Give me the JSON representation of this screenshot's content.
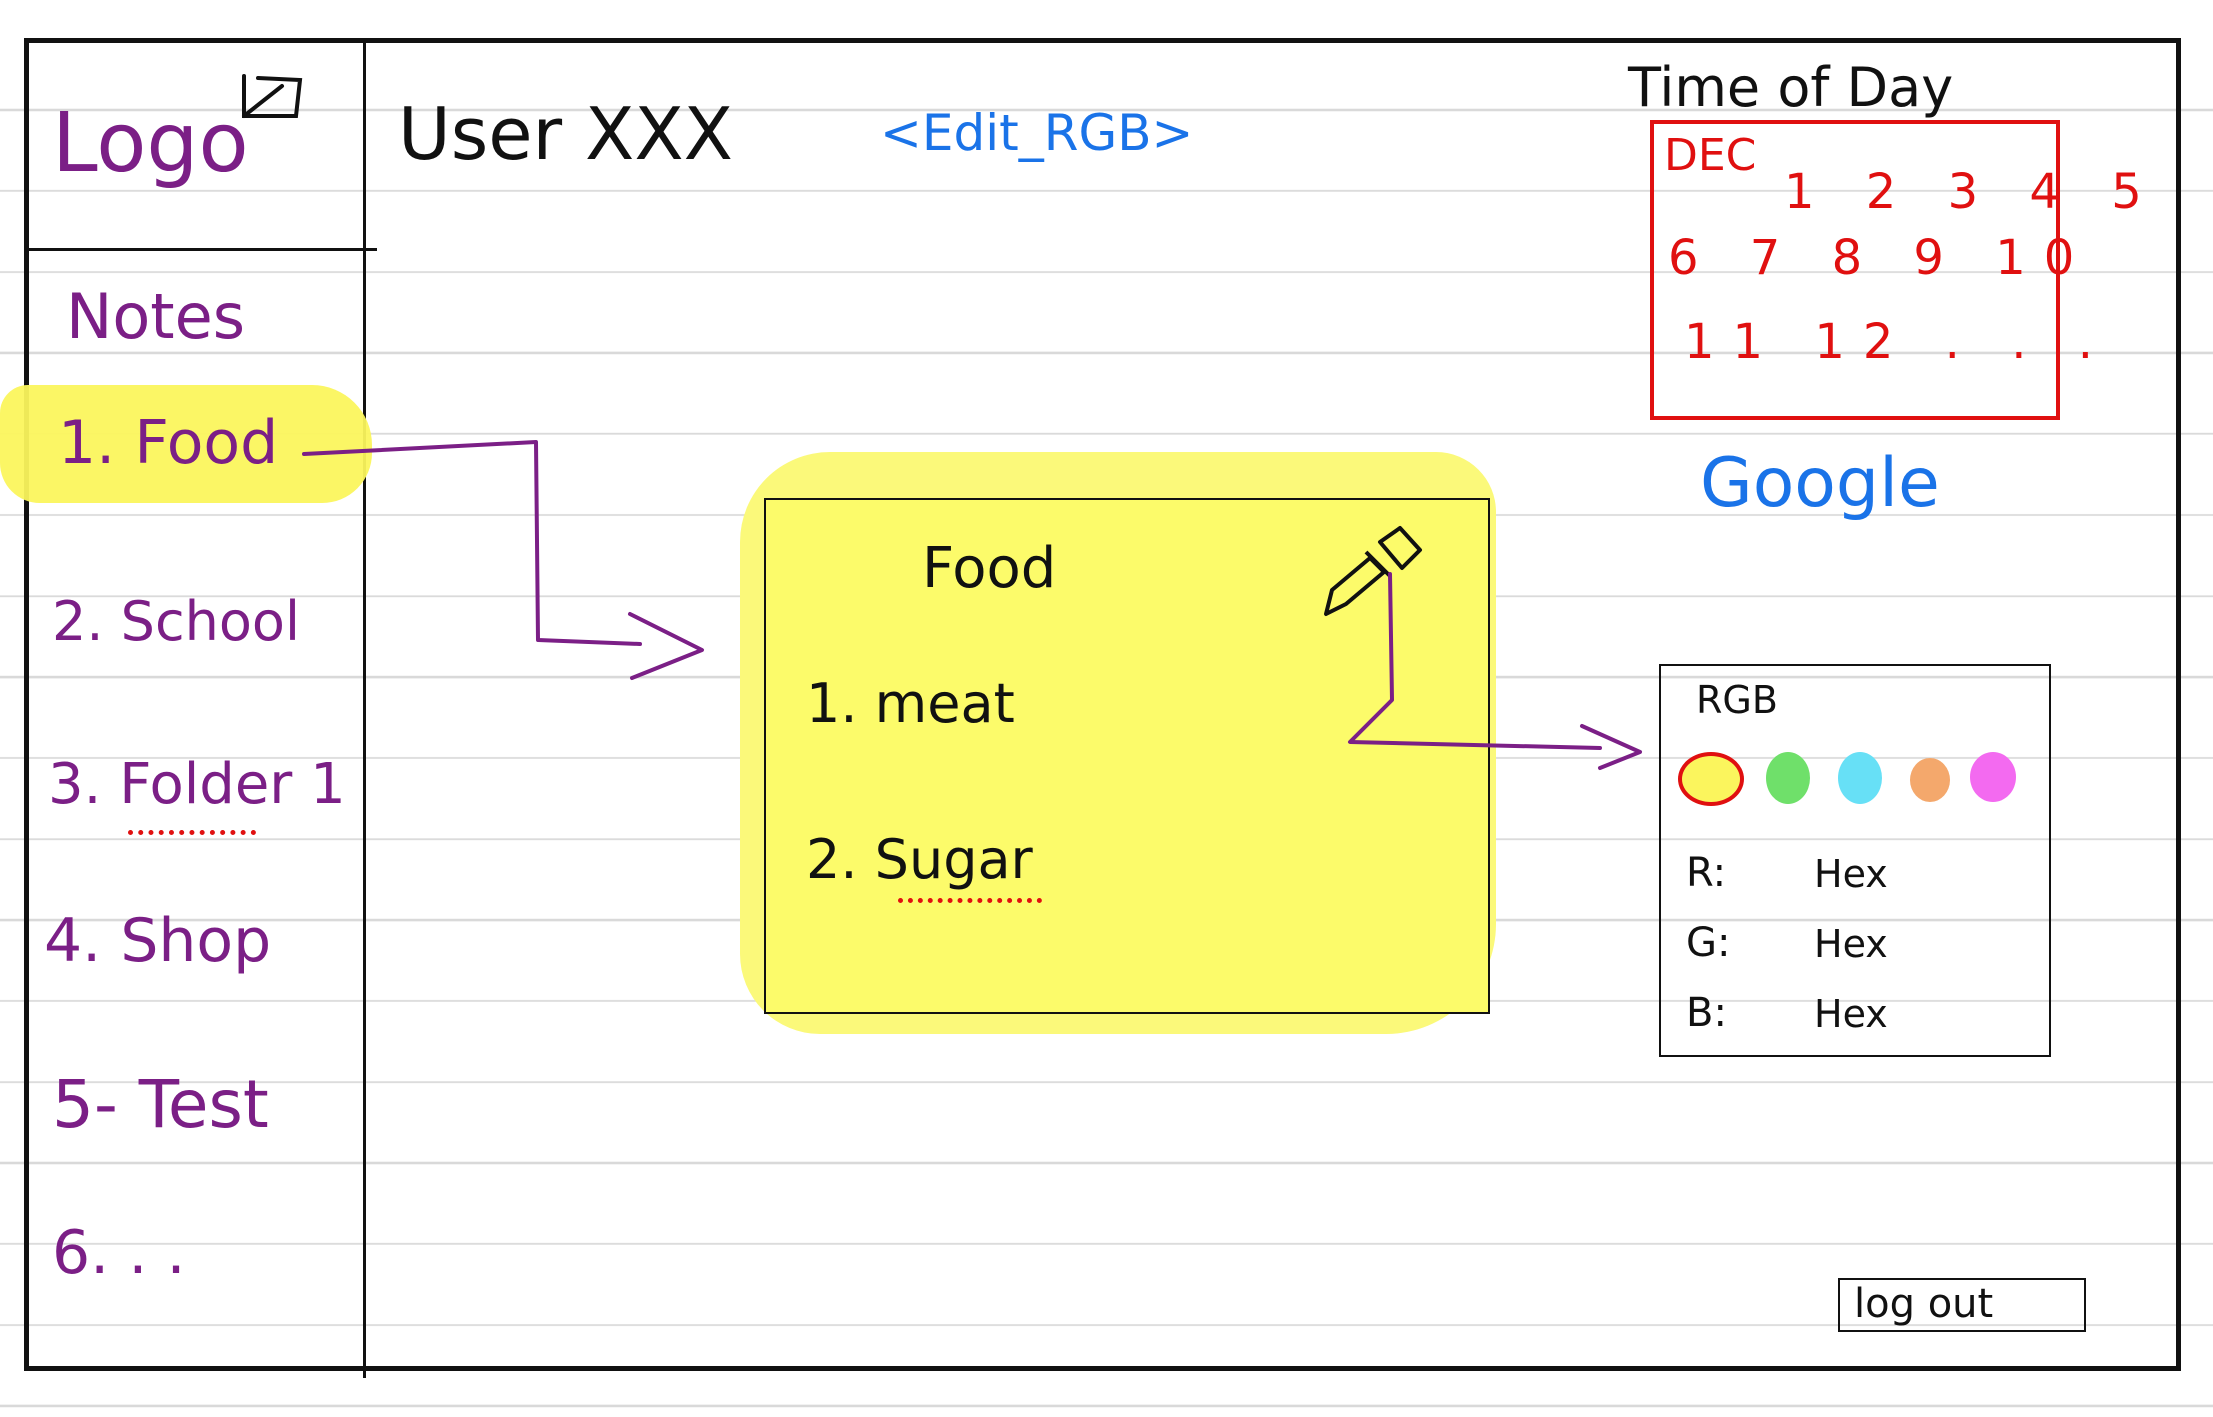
{
  "header": {
    "logo": "Logo",
    "user": "User XXX",
    "edit_rgb": "<Edit_RGB>"
  },
  "sidebar": {
    "title": "Notes",
    "items": [
      {
        "label": "1. Food",
        "highlighted": true
      },
      {
        "label": "2. School"
      },
      {
        "label": "3. Folder 1",
        "spellcheck_error": true
      },
      {
        "label": "4. Shop"
      },
      {
        "label": "5- Test"
      },
      {
        "label": "6. . ."
      }
    ]
  },
  "note": {
    "title": "Food",
    "items": [
      "1. meat",
      "2. Sugar"
    ],
    "background_color": "#fbf55d",
    "picker_icon": "eyedropper-icon"
  },
  "time_of_day": {
    "label": "Time of Day",
    "month": "DEC",
    "row1": "1 2 3 4 5",
    "row2": "6 7 8 9 10",
    "row3": "11 12 . . ."
  },
  "google": "Google",
  "rgb_panel": {
    "title": "RGB",
    "swatches": [
      {
        "name": "yellow",
        "color": "#fbf55d",
        "selected": true
      },
      {
        "name": "green",
        "color": "#6fe06a"
      },
      {
        "name": "cyan",
        "color": "#67e0f6"
      },
      {
        "name": "orange",
        "color": "#f4a86c"
      },
      {
        "name": "pink",
        "color": "#f36af0"
      }
    ],
    "r_label": "R:",
    "g_label": "G:",
    "b_label": "B:",
    "r_value": "Hex",
    "g_value": "Hex",
    "b_value": "Hex"
  },
  "logout": "log out",
  "colors": {
    "sidebar_text": "#7b1f86",
    "link": "#1a73e8",
    "calendar": "#e01010",
    "highlight": "#fbf55d"
  }
}
